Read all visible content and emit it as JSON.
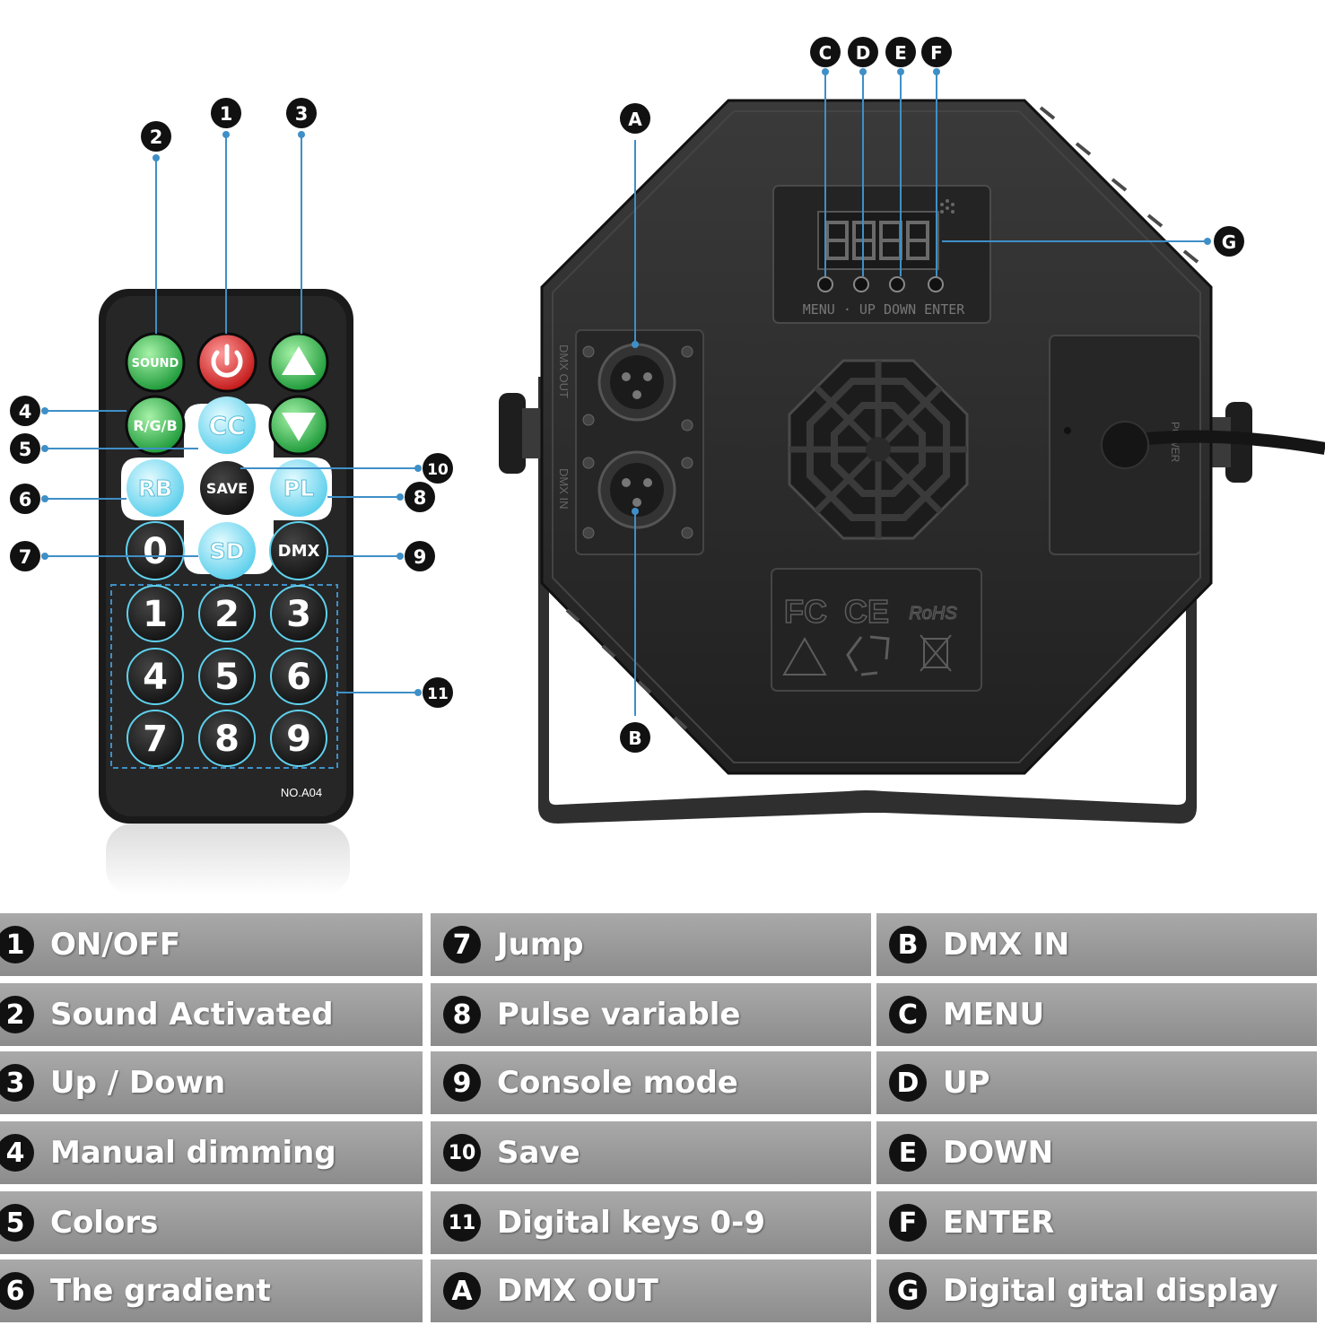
{
  "colors": {
    "accent_line": "#3f8fc7",
    "legend_bg": "#9a9a9a",
    "badge_bg": "#111111",
    "device_body": "#2b2b2b"
  },
  "remote": {
    "model": "NO.A04",
    "buttons": {
      "sound": "SOUND",
      "rgb": "R/G/B",
      "cc": "CC",
      "rb": "RB",
      "save": "SAVE",
      "pl": "PL",
      "sd": "SD",
      "dmx": "DMX",
      "zero": "0",
      "digits": [
        "1",
        "2",
        "3",
        "4",
        "5",
        "6",
        "7",
        "8",
        "9"
      ]
    },
    "callouts": [
      "1",
      "2",
      "3",
      "4",
      "5",
      "6",
      "7",
      "8",
      "9",
      "10",
      "11"
    ]
  },
  "device": {
    "panel_labels": "MENU · UP DOWN ENTER",
    "dmx_out_label": "DMX OUT",
    "dmx_in_label": "DMX IN",
    "power_label": "POWER",
    "cert_marks": [
      "FC",
      "CE",
      "RoHS"
    ],
    "callouts": [
      "A",
      "B",
      "C",
      "D",
      "E",
      "F",
      "G"
    ]
  },
  "legend": [
    [
      {
        "badge": "1",
        "label": "ON/OFF"
      },
      {
        "badge": "2",
        "label": "Sound Activated"
      },
      {
        "badge": "3",
        "label": "Up / Down"
      },
      {
        "badge": "4",
        "label": "Manual dimming"
      },
      {
        "badge": "5",
        "label": "Colors"
      },
      {
        "badge": "6",
        "label": "The gradient"
      }
    ],
    [
      {
        "badge": "7",
        "label": "Jump"
      },
      {
        "badge": "8",
        "label": "Pulse variable"
      },
      {
        "badge": "9",
        "label": "Console mode"
      },
      {
        "badge": "10",
        "label": "Save"
      },
      {
        "badge": "11",
        "label": "Digital keys 0-9"
      },
      {
        "badge": "A",
        "label": "DMX OUT"
      }
    ],
    [
      {
        "badge": "B",
        "label": "DMX IN"
      },
      {
        "badge": "C",
        "label": "MENU"
      },
      {
        "badge": "D",
        "label": "UP"
      },
      {
        "badge": "E",
        "label": "DOWN"
      },
      {
        "badge": "F",
        "label": "ENTER"
      },
      {
        "badge": "G",
        "label": "Digital gital display"
      }
    ]
  ]
}
